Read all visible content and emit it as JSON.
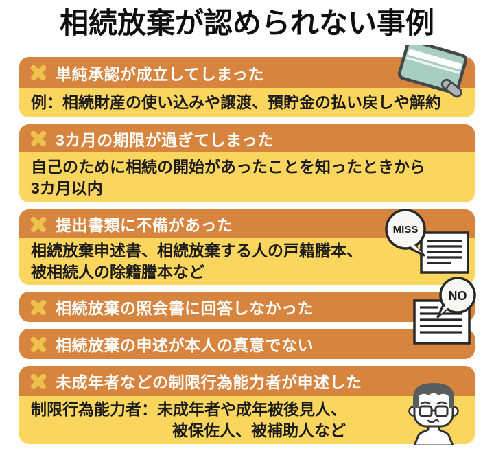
{
  "title": "相続放棄が認められない事例",
  "colors": {
    "header_orange": "#D7843F",
    "body_yellow": "#FBD65F",
    "x_mark_gold": "#EDC24A",
    "header_text": "#FFFFFF",
    "body_text": "#1B1B1B",
    "passbook_teal": "#A8CEC1",
    "icon_outline": "#2B2B2B"
  },
  "sections": [
    {
      "header": "単純承認が成立してしまった",
      "body_lines": [
        "例：相続財産の使い込みや譲渡、預貯金の払い戻しや解約"
      ],
      "icon": "passbook-and-stamp-icon"
    },
    {
      "header": "3カ月の期限が過ぎてしまった",
      "body_lines": [
        "自己のために相続の開始があったことを知ったときから",
        "3カ月以内"
      ]
    },
    {
      "header": "提出書類に不備があった",
      "body_lines": [
        "相続放棄申述書、相続放棄する人の戸籍謄本、",
        "被相続人の除籍謄本など"
      ],
      "badge": "MISS",
      "icon": "document-icon"
    },
    {
      "header": "相続放棄の照会書に回答しなかった",
      "badge": "NO",
      "icon": "document-icon"
    },
    {
      "header": "相続放棄の申述が本人の真意でない"
    },
    {
      "header": "未成年者などの制限行為能力者が申述した",
      "body_lines": [
        "制限行為能力者：未成年者や成年被後見人、",
        "被保佐人、被補助人など"
      ],
      "icon": "man-with-glasses-icon"
    }
  ]
}
